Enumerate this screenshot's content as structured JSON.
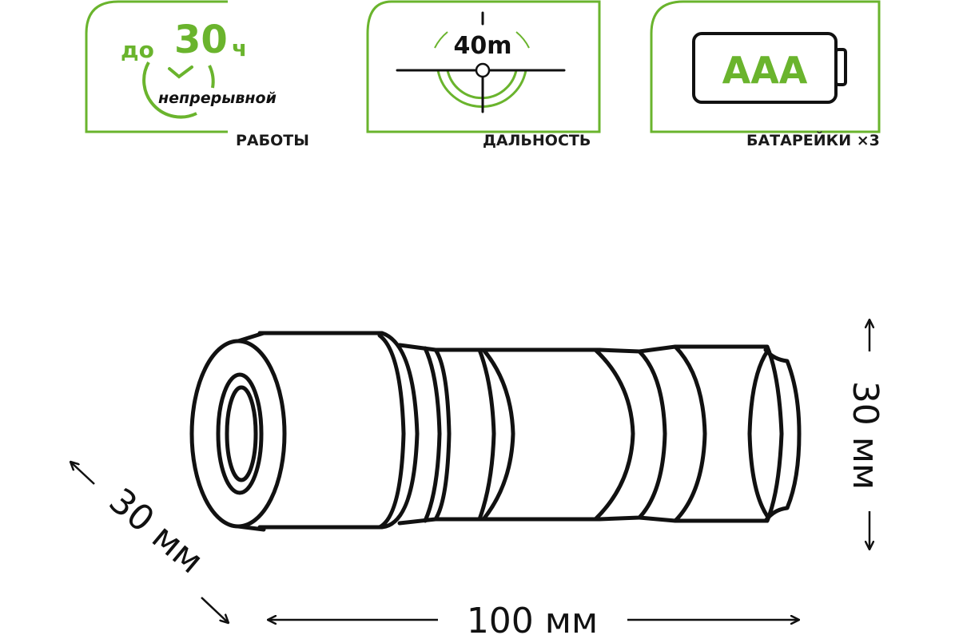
{
  "colors": {
    "accent": "#6ab42d",
    "ink": "#111111",
    "background": "#ffffff"
  },
  "features": [
    {
      "icon": "clock-icon",
      "prefix": "до",
      "value": "30",
      "unit": "ч",
      "note": "непрерывной",
      "caption": "РАБОТЫ"
    },
    {
      "icon": "crosshair-icon",
      "value": "40m",
      "caption": "ДАЛЬНОСТЬ"
    },
    {
      "icon": "battery-icon",
      "value": "AAA",
      "caption": "БАТАРЕЙКИ ×3"
    }
  ],
  "product_drawing": {
    "subject_icon": "flashlight-icon",
    "dimensions": {
      "length": "100 мм",
      "height": "30 мм",
      "depth": "30 мм"
    }
  }
}
